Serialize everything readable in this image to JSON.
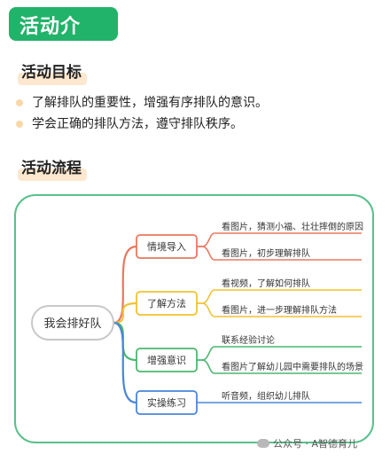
{
  "title_badge": "活动介绍：",
  "goals": {
    "heading": "活动目标",
    "items": [
      "了解排队的重要性，增强有序排队的意识。",
      "学会正确的排队方法，遵守排队秩序。"
    ]
  },
  "process": {
    "heading": "活动流程",
    "root": "我会排好队",
    "branches": [
      {
        "label": "情境导入",
        "color": "#e8785f",
        "leaves": [
          "看图片，猜测小福、壮壮摔倒的原因",
          "看图片，初步理解排队"
        ]
      },
      {
        "label": "了解方法",
        "color": "#f1c232",
        "leaves": [
          "看视频，了解如何排队",
          "看图片，进一步理解排队方法"
        ]
      },
      {
        "label": "增强意识",
        "color": "#4cb66e",
        "leaves": [
          "联系经验讨论",
          "看图片了解幼儿园中需要排队的场景"
        ]
      },
      {
        "label": "实操练习",
        "color": "#4a86d8",
        "leaves": [
          "听音频，组织幼儿排队"
        ]
      }
    ]
  },
  "watermark": "公众号 · A智德育儿"
}
